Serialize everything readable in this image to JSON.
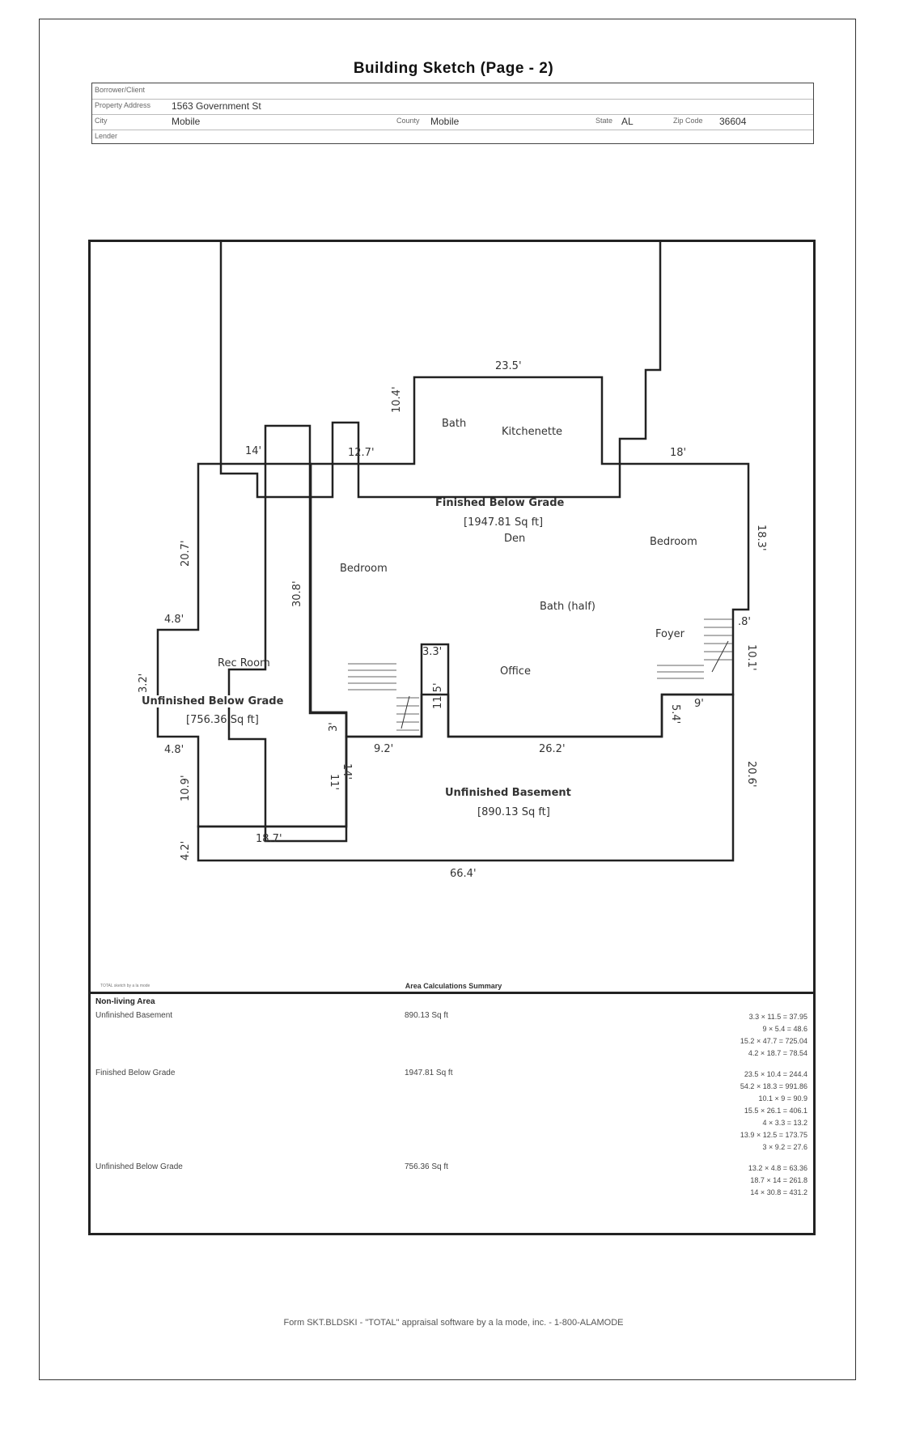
{
  "title": "Building Sketch (Page - 2)",
  "header": {
    "borrower_label": "Borrower/Client",
    "borrower": "",
    "address_label": "Property Address",
    "address": "1563 Government St",
    "city_label": "City",
    "city": "Mobile",
    "county_label": "County",
    "county": "Mobile",
    "state_label": "State",
    "state": "AL",
    "zip_label": "Zip Code",
    "zip": "36604",
    "lender_label": "Lender",
    "lender": ""
  },
  "sketch": {
    "dimensions": [
      "23.5'",
      "10.4'",
      "14'",
      "12.7'",
      "18'",
      "18.3'",
      "20.7'",
      "30.8'",
      "4.8'",
      "3.2'",
      "4.8'",
      "10.9'",
      "4.2'",
      "18.7'",
      "3.3'",
      "11.5'",
      "3'",
      "9.2'",
      "14'",
      "11'",
      "26.2'",
      ".8'",
      "10.1'",
      "5.4'",
      "9'",
      "20.6'",
      "66.4'"
    ],
    "rooms": {
      "bath": "Bath",
      "kitchenette": "Kitchenette",
      "den": "Den",
      "bedroom_left": "Bedroom",
      "bedroom_right": "Bedroom",
      "bath_half": "Bath (half)",
      "foyer": "Foyer",
      "office": "Office",
      "rec_room": "Rec Room"
    },
    "areas": {
      "finished_name": "Finished Below Grade",
      "finished_area": "[1947.81 Sq ft]",
      "unfinished_bg_name": "Unfinished Below Grade",
      "unfinished_bg_area": "[756.36 Sq ft]",
      "basement_name": "Unfinished Basement",
      "basement_area": "[890.13 Sq ft]"
    }
  },
  "summary": {
    "title": "Area Calculations Summary",
    "note": "TOTAL sketch by a la mode",
    "section_label": "Non-living Area",
    "rows": [
      {
        "name": "Unfinished Basement",
        "area": "890.13 Sq ft",
        "calcs": [
          "3.3 × 11.5 = 37.95",
          "9 × 5.4 = 48.6",
          "15.2 × 47.7 = 725.04",
          "4.2 × 18.7 = 78.54"
        ]
      },
      {
        "name": "Finished Below Grade",
        "area": "1947.81 Sq ft",
        "calcs": [
          "23.5 × 10.4 = 244.4",
          "54.2 × 18.3 = 991.86",
          "10.1 × 9 = 90.9",
          "15.5 × 26.1 = 406.1",
          "4 × 3.3 = 13.2",
          "13.9 × 12.5 = 173.75",
          "3 × 9.2 = 27.6"
        ]
      },
      {
        "name": "Unfinished Below Grade",
        "area": "756.36 Sq ft",
        "calcs": [
          "13.2 × 4.8 = 63.36",
          "18.7 × 14 = 261.8",
          "14 × 30.8 = 431.2"
        ]
      }
    ]
  },
  "footer": "Form SKT.BLDSKI - \"TOTAL\" appraisal software by a la mode, inc. - 1-800-ALAMODE"
}
